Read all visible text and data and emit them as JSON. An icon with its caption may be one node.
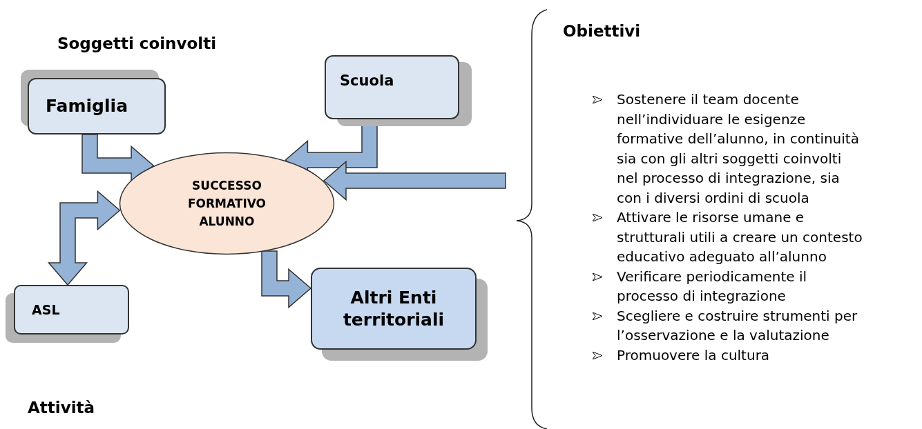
{
  "diagram": {
    "nodes": [
      {
        "text": [
          "Famiglia"
        ]
      },
      {
        "text": [
          "Scuola"
        ]
      },
      {
        "text": [
          "SUCCESSO FORMATIVO ALUNNO"
        ]
      },
      {
        "text": [
          "ASL"
        ]
      },
      {
        "text": [
          "Altri Enti territoriali"
        ]
      }
    ],
    "edges": [
      {
        "from": 0,
        "to": 2,
        "arrow": "to"
      },
      {
        "from": 1,
        "to": 2,
        "arrow": "to"
      },
      {
        "from": 2,
        "to": 3,
        "arrow": "both"
      },
      {
        "from": null,
        "to": 2,
        "arrow": "to"
      },
      {
        "from": 2,
        "to": 4,
        "arrow": "to"
      }
    ],
    "labels": [
      "Soggetti coinvolti",
      "Obiettivi",
      "Sostenere il team docente nell’individuare le esigenze formative dell’alunno, in continuità sia con gli altri soggetti coinvolti nel processo di integrazione, sia con i diversi ordini di scuola",
      "Attivare le risorse umane e strutturali utili a creare un contesto educativo adeguato all’alunno",
      "Verificare periodicamente il processo di integrazione",
      "Scegliere e costruire strumenti per l’osservazione e la valutazione",
      "Promuovere la cultura",
      "Attività"
    ]
  }
}
